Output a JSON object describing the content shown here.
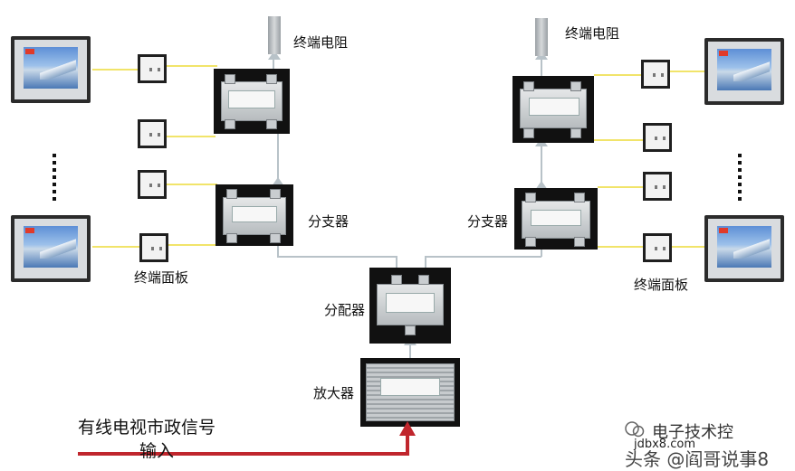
{
  "labels": {
    "terminal_resistor_left": "终端电阻",
    "terminal_resistor_right": "终端电阻",
    "branch_left": "分支器",
    "branch_right": "分支器",
    "terminal_panel_left": "终端面板",
    "terminal_panel_right": "终端面板",
    "splitter": "分配器",
    "amplifier": "放大器",
    "input_line1": "有线电视市政信号",
    "input_line2": "输入"
  },
  "watermark": {
    "channel": "电子技术控",
    "site": "jdbx8.com",
    "account": "头条 @阎哥说事8"
  },
  "colors": {
    "input_arrow": "#c0262d",
    "signal_wire": "#f1e46a",
    "trunk_wire": "#b8c2c8"
  }
}
